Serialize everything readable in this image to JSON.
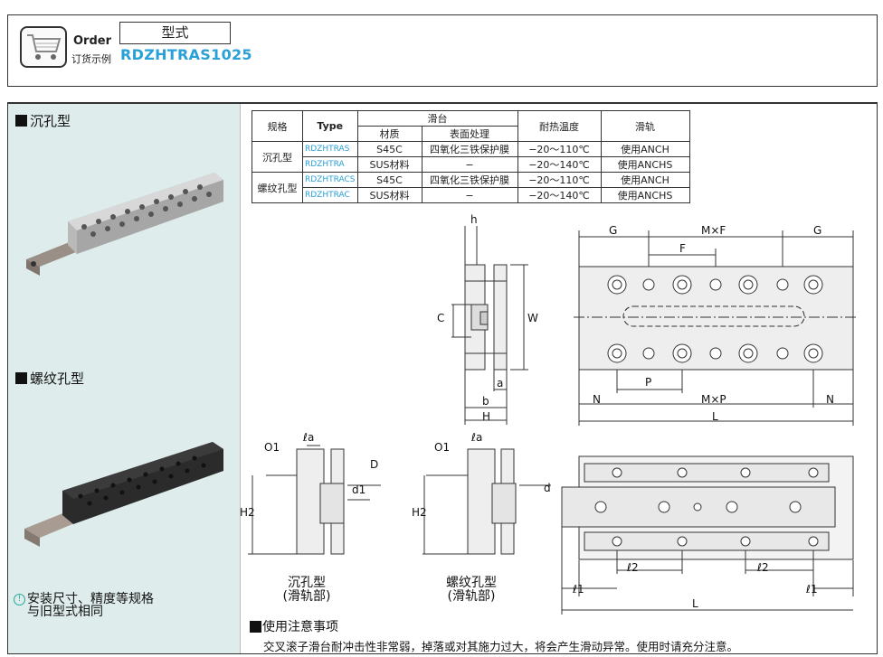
{
  "order": {
    "title": "Order",
    "subtitle": "订货示例",
    "model_label": "型式",
    "model_code": "RDZHTRAS1025"
  },
  "sections": {
    "counterbore": "沉孔型",
    "tapped": "螺纹孔型"
  },
  "note": {
    "line1": "安装尺寸、精度等规格",
    "line2": "与旧型式相同"
  },
  "table": {
    "headers": {
      "spec": "规格",
      "type": "Type",
      "slide": "滑台",
      "material": "材质",
      "surface": "表面处理",
      "temp": "耐热温度",
      "rail": "滑轨"
    },
    "rows": [
      {
        "group": "沉孔型",
        "type": "RDZHTRAS",
        "material": "S45C",
        "surface": "四氧化三铁保护膜",
        "temp": "−20〜110℃",
        "rail": "使用ANCH"
      },
      {
        "group": "",
        "type": "RDZHTRA",
        "material": "SUS材料",
        "surface": "−",
        "temp": "−20〜140℃",
        "rail": "使用ANCHS"
      },
      {
        "group": "螺纹孔型",
        "type": "RDZHTRACS",
        "material": "S45C",
        "surface": "四氧化三铁保护膜",
        "temp": "−20〜110℃",
        "rail": "使用ANCH"
      },
      {
        "group": "",
        "type": "RDZHTRAC",
        "material": "SUS材料",
        "surface": "−",
        "temp": "−20〜140℃",
        "rail": "使用ANCHS"
      }
    ]
  },
  "dims": {
    "h": "h",
    "C": "C",
    "W": "W",
    "a": "a",
    "b": "b",
    "H": "H",
    "G": "G",
    "MxF": "M×F",
    "F": "F",
    "P": "P",
    "N": "N",
    "MxP": "M×P",
    "L": "L",
    "O1": "O1",
    "la": "ℓa",
    "D": "D",
    "d1": "d1",
    "H2": "H2",
    "d": "d",
    "l1": "ℓ1",
    "l2": "ℓ2"
  },
  "captions": {
    "cb_line1": "沉孔型",
    "cb_line2": "(滑轨部)",
    "tp_line1": "螺纹孔型",
    "tp_line2": "(滑轨部)"
  },
  "warning": {
    "title": "使用注意事项",
    "text": "交叉滚子滑台耐冲击性非常弱，掉落或对其施力过大，将会产生滑动异常。使用时请充分注意。"
  }
}
